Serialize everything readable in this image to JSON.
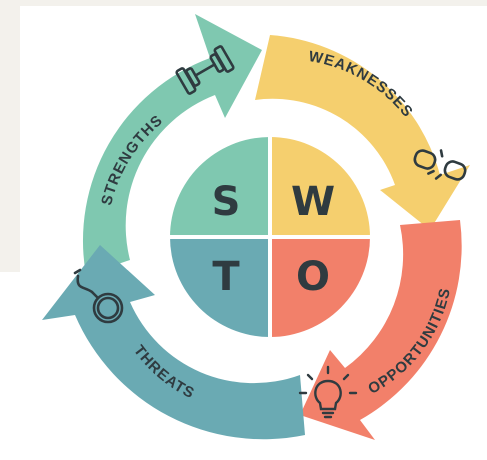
{
  "colors": {
    "strengths": "#7fc8b0",
    "weaknesses": "#f5cf6e",
    "opportunities": "#f2806a",
    "threats": "#6aaab3",
    "ink": "#2f3b40",
    "background": "#f3f1ec"
  },
  "quadrants": [
    {
      "id": "strengths",
      "letter": "S",
      "label": "STRENGTHS",
      "icon": "dumbbell-icon"
    },
    {
      "id": "weaknesses",
      "letter": "W",
      "label": "WEAKNESSES",
      "icon": "broken-chain-icon"
    },
    {
      "id": "opportunities",
      "letter": "O",
      "label": "OPPORTUNITIES",
      "icon": "lightbulb-icon"
    },
    {
      "id": "threats",
      "letter": "T",
      "label": "THREATS",
      "icon": "bomb-icon"
    }
  ]
}
